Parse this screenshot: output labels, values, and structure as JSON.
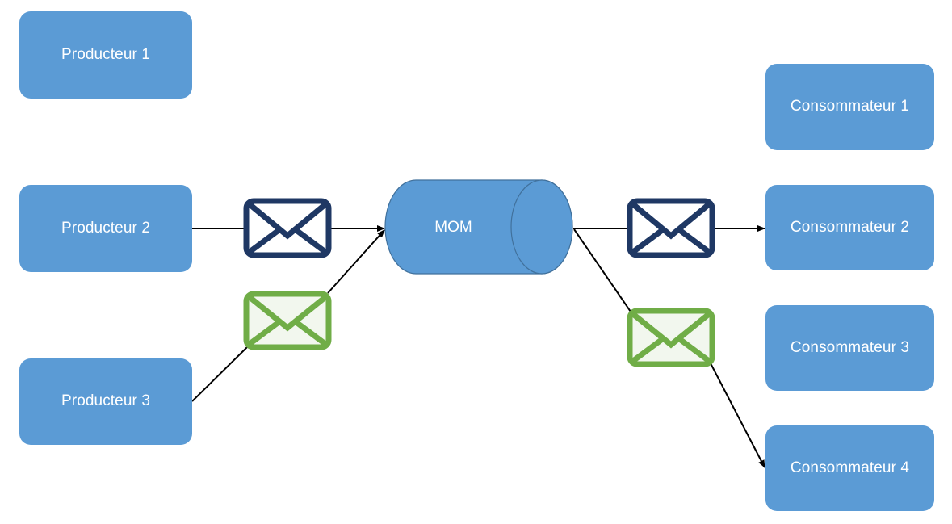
{
  "diagram": {
    "title": "MOM Producteur Consommateur",
    "background_color": "#FFFFFF",
    "colors": {
      "node_fill": "#5B9BD5",
      "node_text": "#FFFFFF",
      "envelope_navy": "#1F3864",
      "envelope_green": "#70AD47",
      "envelope_navy_fill": "#FFFFFF",
      "envelope_green_fill": "#F2F7EE",
      "connector": "#000000",
      "cylinder_outline": "#41719C"
    }
  },
  "producers": [
    {
      "id": "producteur-1",
      "label": "Producteur 1"
    },
    {
      "id": "producteur-2",
      "label": "Producteur 2"
    },
    {
      "id": "producteur-3",
      "label": "Producteur 3"
    }
  ],
  "broker": {
    "id": "mom",
    "label": "MOM",
    "shape": "cylinder"
  },
  "consumers": [
    {
      "id": "consommateur-1",
      "label": "Consommateur 1"
    },
    {
      "id": "consommateur-2",
      "label": "Consommateur 2"
    },
    {
      "id": "consommateur-3",
      "label": "Consommateur 3"
    },
    {
      "id": "consommateur-4",
      "label": "Consommateur 4"
    }
  ],
  "messages": [
    {
      "id": "message-in-navy",
      "icon": "envelope-icon",
      "color": "navy",
      "side": "producer"
    },
    {
      "id": "message-in-green",
      "icon": "envelope-icon",
      "color": "green",
      "side": "producer"
    },
    {
      "id": "message-out-navy",
      "icon": "envelope-icon",
      "color": "navy",
      "side": "consumer"
    },
    {
      "id": "message-out-green",
      "icon": "envelope-icon",
      "color": "green",
      "side": "consumer"
    }
  ],
  "connectors": [
    {
      "id": "conn-p2-mom",
      "from": "producteur-2",
      "to": "mom",
      "arrow": true
    },
    {
      "id": "conn-p3-mom",
      "from": "producteur-3",
      "to": "mom",
      "arrow": true
    },
    {
      "id": "conn-mom-c2",
      "from": "mom",
      "to": "consommateur-2",
      "arrow": true
    },
    {
      "id": "conn-mom-c4",
      "from": "mom",
      "to": "consommateur-4",
      "arrow": true
    }
  ]
}
